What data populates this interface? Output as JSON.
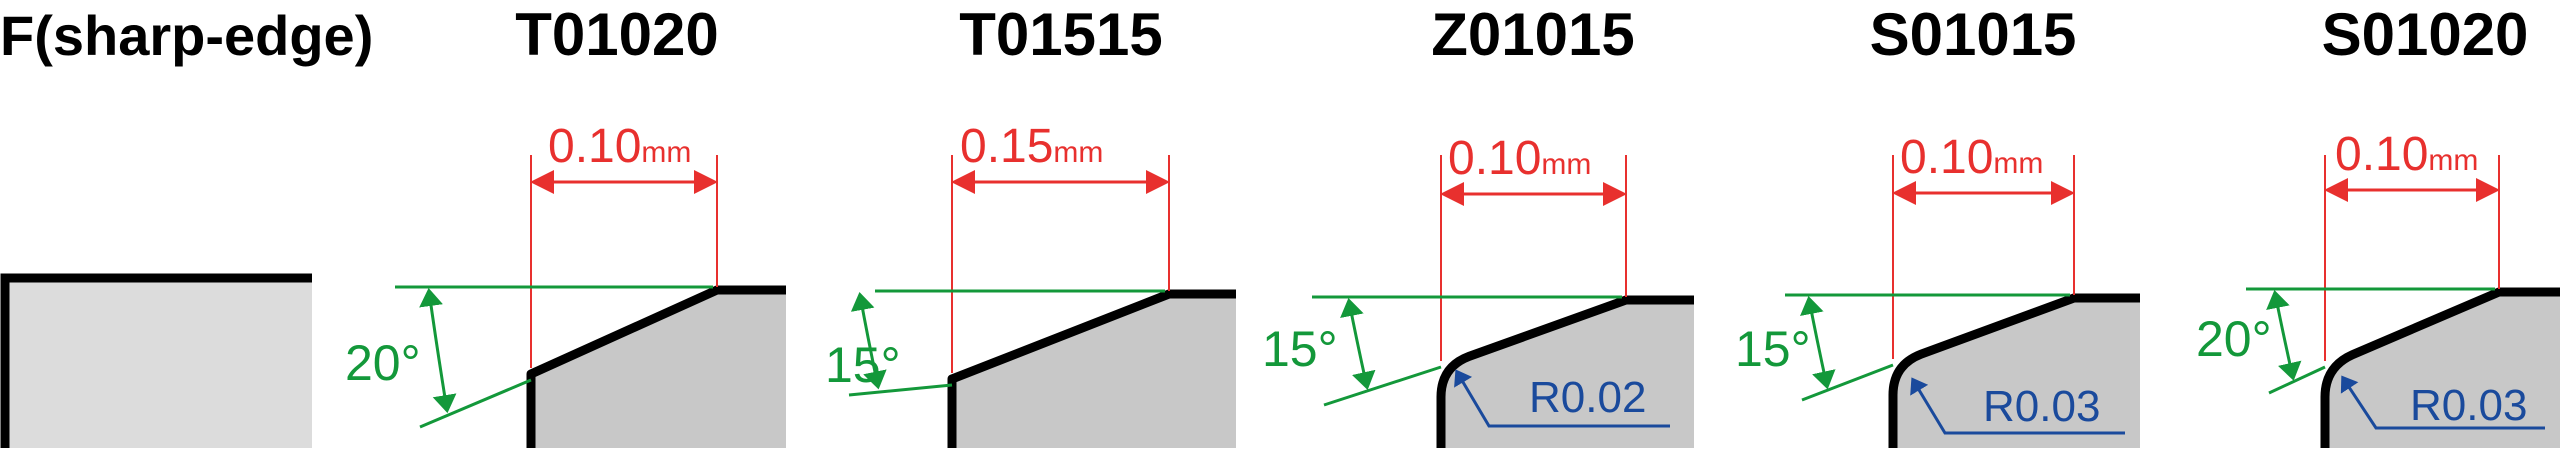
{
  "panels": [
    {
      "title": "F(sharp-edge)"
    },
    {
      "title": "T01020",
      "width_label": "0.10",
      "unit": "mm",
      "angle_label": "20°"
    },
    {
      "title": "T01515",
      "width_label": "0.15",
      "unit": "mm",
      "angle_label": "15°"
    },
    {
      "title": "Z01015",
      "width_label": "0.10",
      "unit": "mm",
      "angle_label": "15°",
      "radius_label": "R0.02"
    },
    {
      "title": "S01015",
      "width_label": "0.10",
      "unit": "mm",
      "angle_label": "15°",
      "radius_label": "R0.03"
    },
    {
      "title": "S01020",
      "width_label": "0.10",
      "unit": "mm",
      "angle_label": "20°",
      "radius_label": "R0.03"
    }
  ],
  "colors": {
    "dimension": "#e8302e",
    "angle": "#13983a",
    "radius": "#1a4a9c",
    "outline": "#000000",
    "fill": "#c8c8c8",
    "fill_sharp": "#dcdcdc"
  }
}
